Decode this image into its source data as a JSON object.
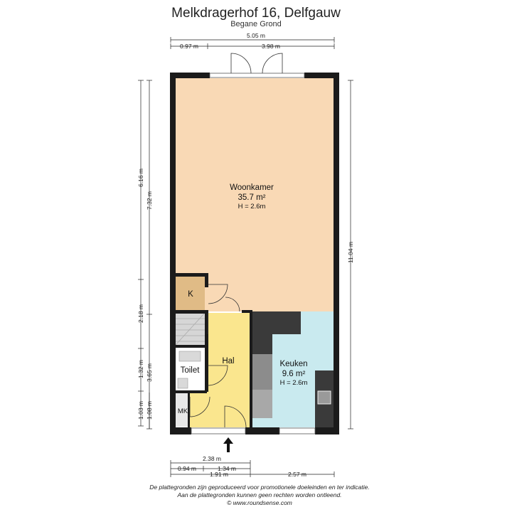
{
  "header": {
    "title": "Melkdragerhof 16, Delfgauw",
    "subtitle": "Begane Grond"
  },
  "rooms": {
    "woonkamer": {
      "name": "Woonkamer",
      "area": "35.7 m²",
      "height": "H = 2.6m"
    },
    "keuken": {
      "name": "Keuken",
      "area": "9.6 m²",
      "height": "H = 2.6m"
    },
    "hal": {
      "name": "Hal"
    },
    "toilet": {
      "name": "Toilet"
    },
    "kast": {
      "name": "K"
    },
    "mk": {
      "name": "MK"
    }
  },
  "dimensions": {
    "top_total": "5.05 m",
    "top_left": "0.97 m",
    "top_right": "3.98 m",
    "left_woon_inner": "6.16 m",
    "left_woon_outer": "7.32 m",
    "left_k": "2.18 m",
    "left_toilet": "1.32 m",
    "left_hal": "3.65 m",
    "left_mk_inner": "1.03 m",
    "left_mk_outer": "1.08 m",
    "right_total": "11.04 m",
    "bottom_hal": "2.38 m",
    "bottom_a": "0.94 m",
    "bottom_b": "1.34 m",
    "bottom_c": "1.91 m",
    "bottom_d": "2.57 m"
  },
  "colors": {
    "woonkamer": "#f9d9b5",
    "hal": "#fae68e",
    "keuken": "#c9eaef",
    "kast": "#e0bb86",
    "wall": "#1b1b1b"
  },
  "footer": {
    "line1": "De plattegronden zijn geproduceerd voor promotionele doeleinden en ter indicatie.",
    "line2": "Aan de plattegronden kunnen geen rechten worden ontleend.",
    "line3": "© www.roundsense.com"
  }
}
